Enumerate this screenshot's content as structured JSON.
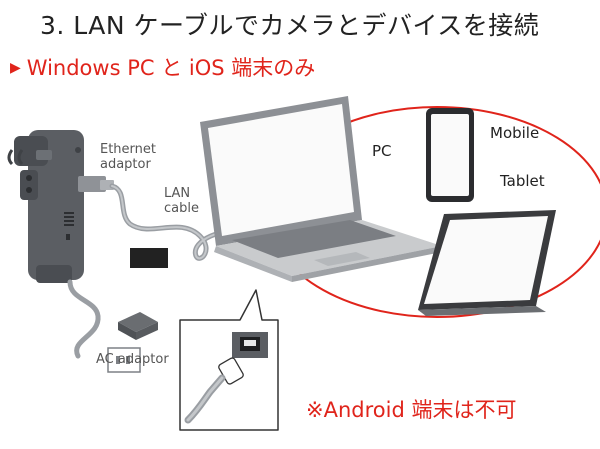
{
  "title": "3. LAN ケーブルでカメラとデバイスを接続",
  "subtitle": "Windows PC と iOS 端末のみ",
  "subtitle_marker": "▶",
  "labels": {
    "ethernet_adaptor": [
      "Ethernet",
      "adaptor"
    ],
    "lan_cable": [
      "LAN",
      "cable"
    ],
    "ac_adaptor": "AC adaptor",
    "pc": "PC",
    "mobile": "Mobile",
    "tablet": "Tablet"
  },
  "note": "※Android 端末は不可",
  "colors": {
    "accent_red": "#e0241b",
    "camera_dark": "#5b5e63",
    "cable_gray": "#9a9ea3",
    "laptop_silver": "#c9cbcd",
    "screen_white": "#fafafa"
  },
  "icons": [
    "camera-device",
    "ethernet-adaptor",
    "lan-cable",
    "ac-adaptor",
    "laptop",
    "mobile-phone",
    "tablet",
    "ethernet-port-icon"
  ]
}
